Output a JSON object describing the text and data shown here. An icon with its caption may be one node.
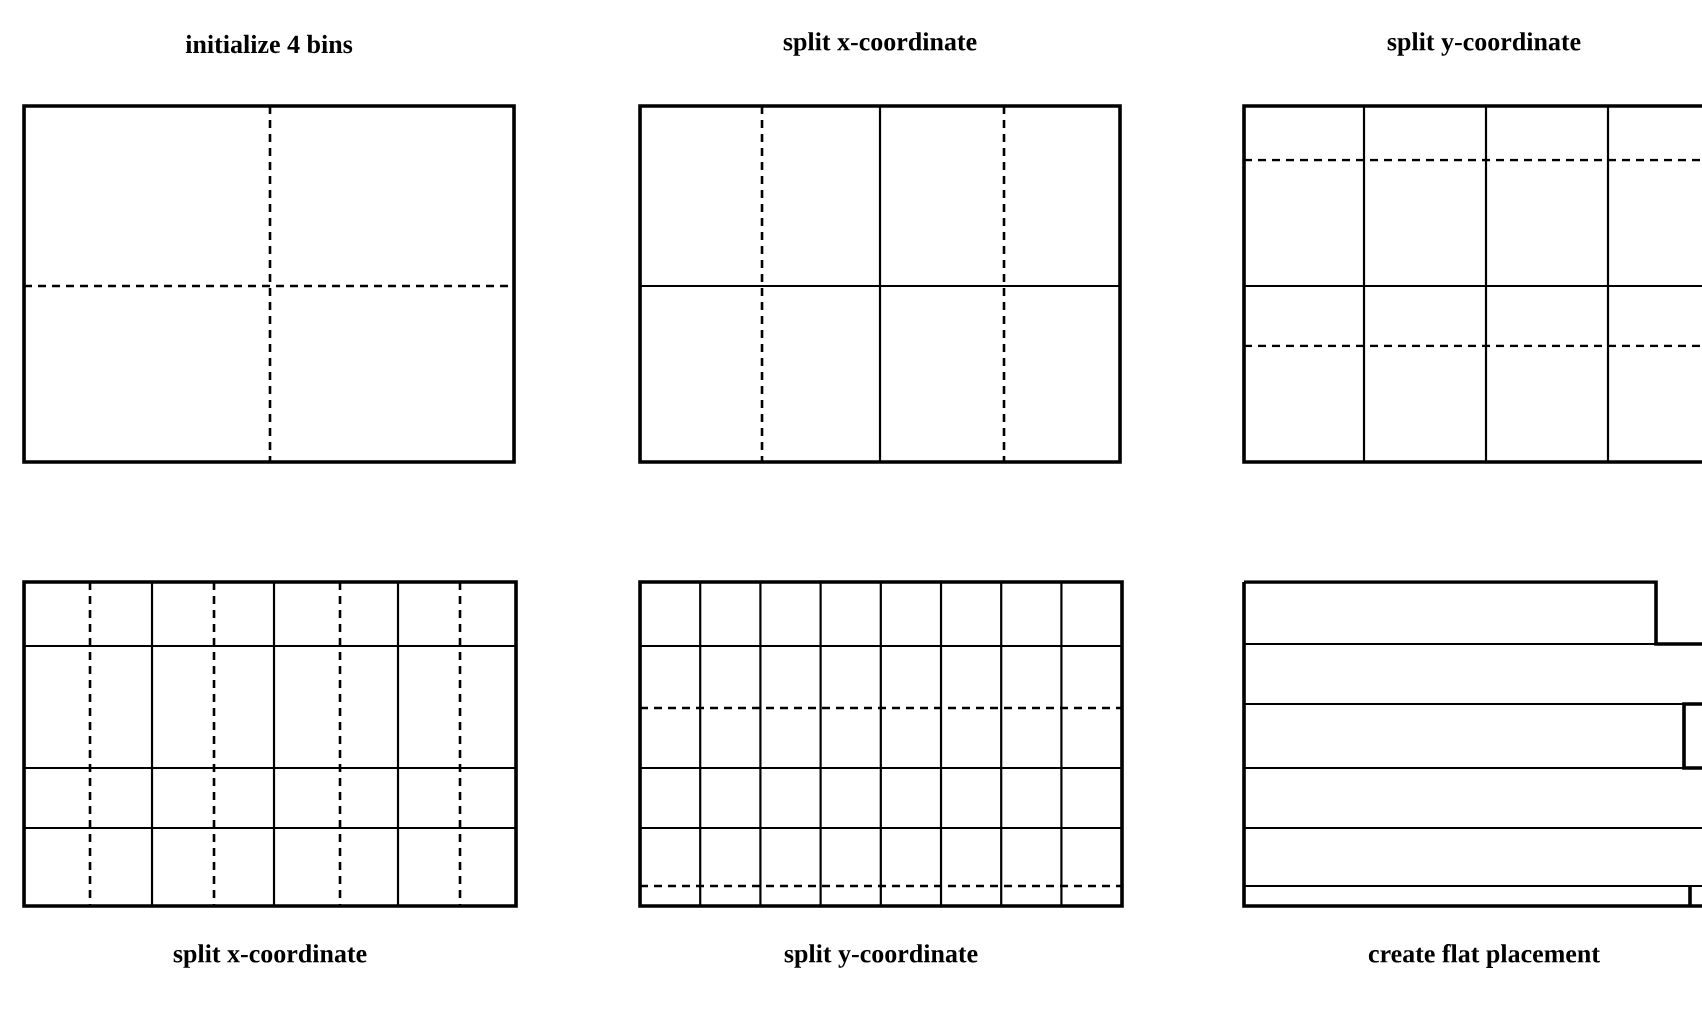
{
  "diagram": {
    "nodes": [
      {
        "text": [
          "initialize 4 bins"
        ]
      },
      {
        "text": [
          "split x-coordinate"
        ]
      },
      {
        "text": [
          "split y-coordinate"
        ]
      },
      {
        "text": [
          "split x-coordinate"
        ]
      },
      {
        "text": [
          "split y-coordinate"
        ]
      },
      {
        "text": [
          "create flat placement"
        ]
      }
    ]
  }
}
